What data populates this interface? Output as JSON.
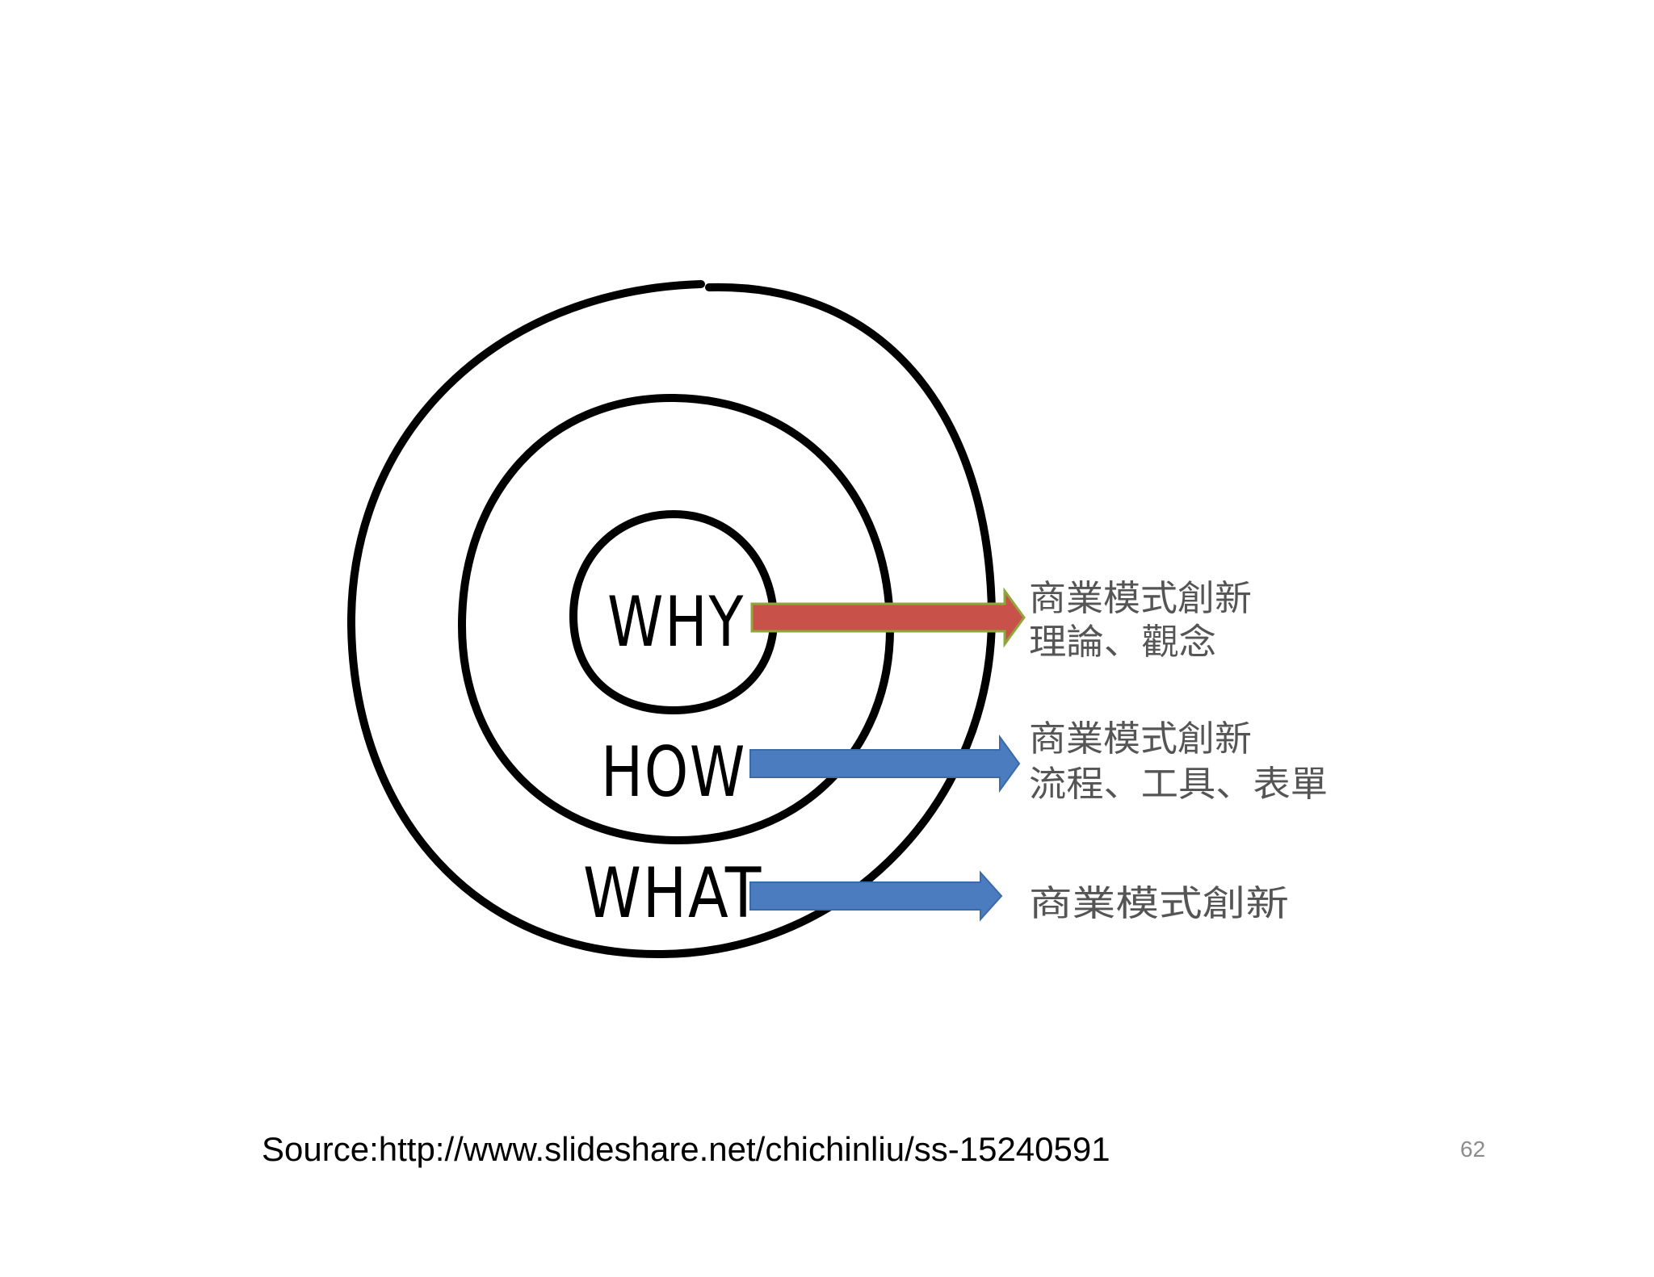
{
  "diagram": {
    "circles": [
      {
        "label": "WHY"
      },
      {
        "label": "HOW"
      },
      {
        "label": "WHAT"
      }
    ],
    "arrows": [
      {
        "from": "WHY",
        "color": "#c8524a",
        "border": "#8fa63a",
        "lines": [
          "商業模式創新",
          "理論、觀念"
        ]
      },
      {
        "from": "HOW",
        "color": "#4a7cbf",
        "border": "#3a6aa8",
        "lines": [
          "商業模式創新",
          "流程、工具、表單"
        ]
      },
      {
        "from": "WHAT",
        "color": "#4a7cbf",
        "border": "#3a6aa8",
        "lines": [
          "商業模式創新"
        ]
      }
    ]
  },
  "footer": {
    "source": "Source:http://www.slideshare.net/chichinliu/ss-15240591",
    "page_number": "62"
  }
}
